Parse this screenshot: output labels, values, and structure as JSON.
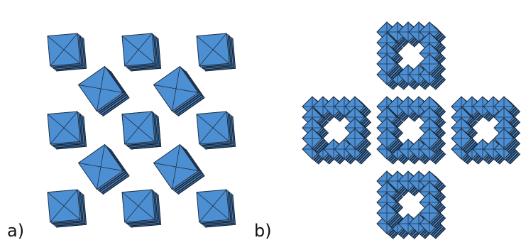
{
  "figure": {
    "panels": [
      {
        "label": "a)",
        "structure": "octahedral-framework-square-grid"
      },
      {
        "label": "b)",
        "structure": "octahedral-framework-tunnel-grid"
      }
    ]
  },
  "colors": {
    "face": "#4c8fd3",
    "face_dark": "#2f6fb2",
    "edge": "#1f2f44",
    "side": "#1c2735"
  }
}
